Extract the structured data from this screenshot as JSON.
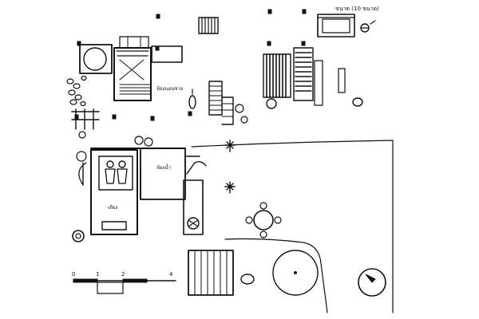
{
  "labels": {
    "top_right_note": "ขนาด (10 ขนาด)",
    "upper_note": "ห้องนอนชาย",
    "room_label": "ห้องน้ำ",
    "bed_label": "เตียง"
  },
  "scale_bar": {
    "ticks": [
      "0",
      "1",
      "2",
      "4"
    ]
  },
  "colors": {
    "ink": "#111111",
    "paper": "#ffffff"
  }
}
